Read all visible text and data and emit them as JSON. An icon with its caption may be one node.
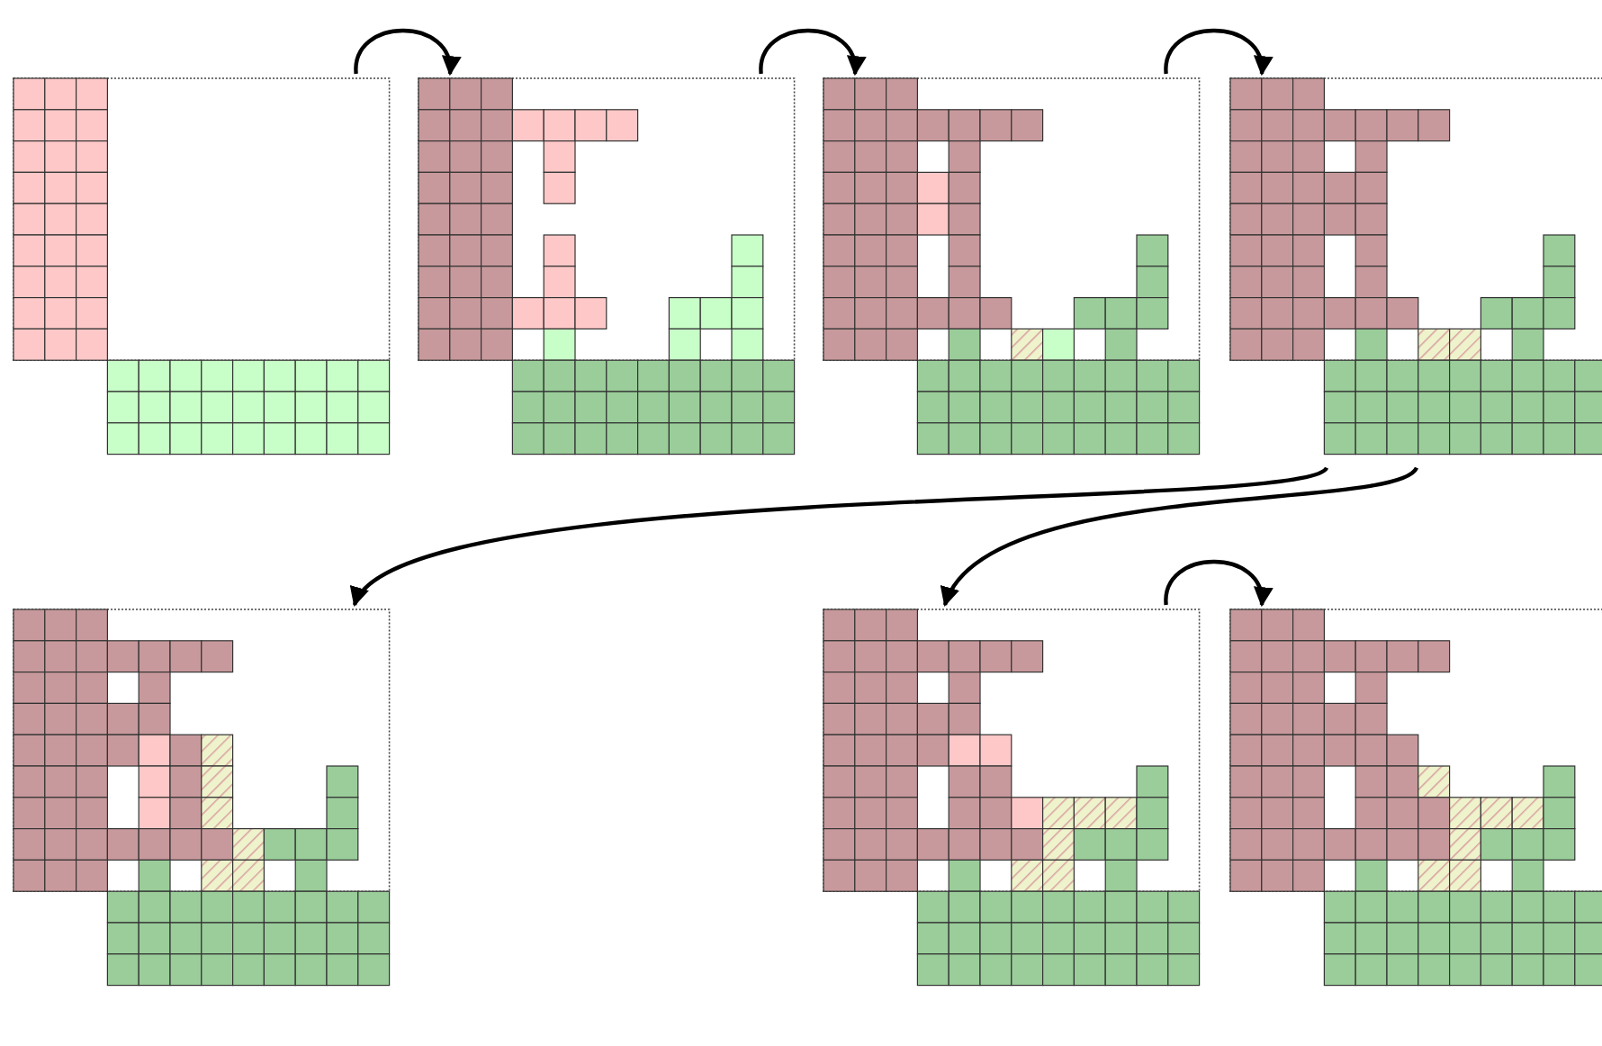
{
  "diagram": {
    "nodes": [
      {
        "text": [],
        "shape": "picture"
      },
      {
        "text": [],
        "shape": "picture"
      },
      {
        "text": [],
        "shape": "picture"
      },
      {
        "text": [],
        "shape": "picture"
      },
      {
        "text": [],
        "shape": "picture"
      },
      {
        "text": [],
        "shape": "picture"
      },
      {
        "text": [],
        "shape": "picture"
      }
    ],
    "edges": [
      {
        "from": 0,
        "to": 1,
        "arrow": "to"
      },
      {
        "from": 1,
        "to": 2,
        "arrow": "to"
      },
      {
        "from": 2,
        "to": 3,
        "arrow": "to"
      },
      {
        "from": 3,
        "to": 4,
        "arrow": "to"
      },
      {
        "from": 3,
        "to": 5,
        "arrow": "to"
      },
      {
        "from": 5,
        "to": 6,
        "arrow": "to"
      }
    ]
  }
}
